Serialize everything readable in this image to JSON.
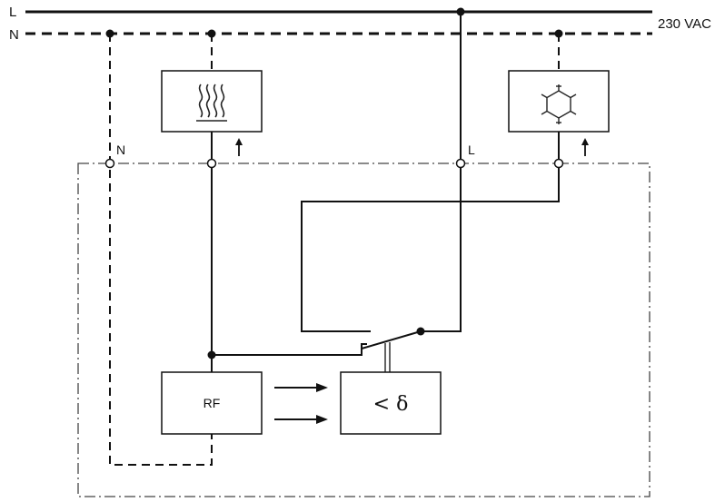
{
  "lines": {
    "l_label": "L",
    "n_label": "N",
    "supply_label": "230 VAC"
  },
  "terminals": {
    "n_label": "N",
    "l_label": "L"
  },
  "blocks": {
    "heater_icon": "heat-waves-icon",
    "cooler_icon": "snowflake-icon",
    "rf_label": "RF",
    "comparator_label": "< δ"
  },
  "colors": {
    "stroke": "#111111",
    "background": "#ffffff"
  }
}
